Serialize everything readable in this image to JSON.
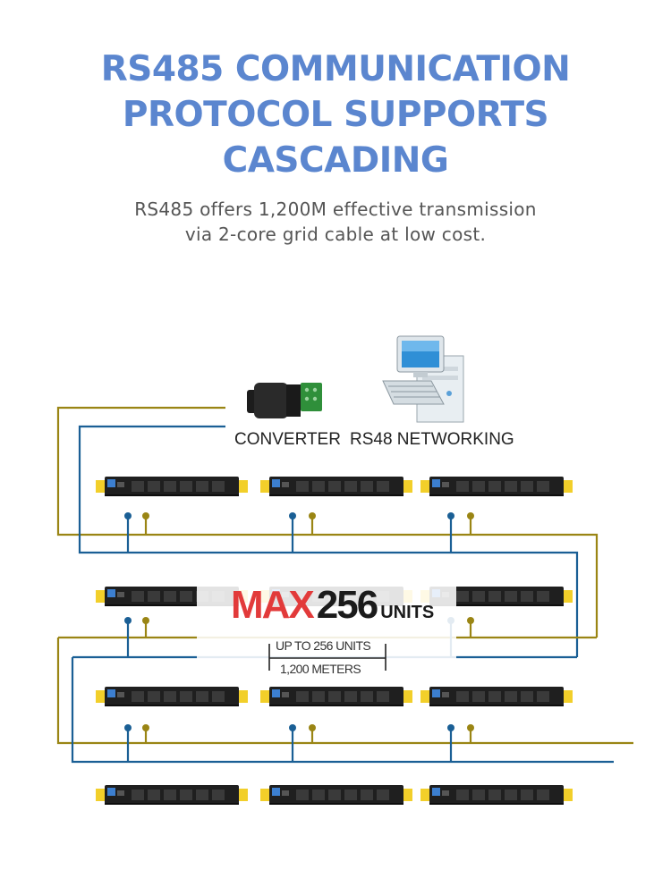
{
  "title": {
    "line1": "RS485 COMMUNICATION",
    "line2": "PROTOCOL SUPPORTS",
    "line3": "CASCADING"
  },
  "subtitle": {
    "line1": "RS485 offers 1,200M effective transmission",
    "line2": "via 2-core grid cable at low cost."
  },
  "diagram": {
    "converter_label": "CONVERTER",
    "networking_label": "RS48 NETWORKING",
    "max_label": "MAX",
    "max_value": "256",
    "max_units": "UNITS",
    "dimension_top": "UP TO 256 UNITS",
    "dimension_bottom": "1,200 METERS",
    "rows": 4,
    "units_per_row": 3
  },
  "colors": {
    "title": "#5b86cf",
    "wire_blue": "#1a5f95",
    "wire_gold": "#9a8514",
    "accent_red": "#e23a3a",
    "pdu_body": "#1f1f1f",
    "pdu_end_cap": "#f2cf2a"
  },
  "icons": [
    "converter-icon",
    "computer-icon",
    "pdu-icon"
  ]
}
